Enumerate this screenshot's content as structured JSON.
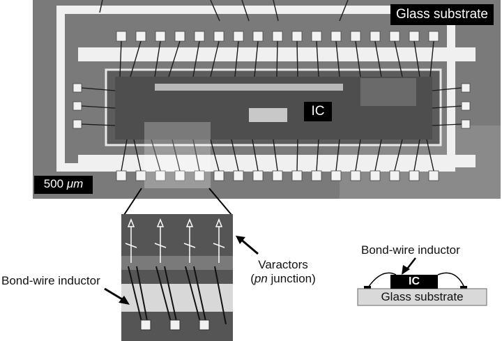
{
  "labels": {
    "glass_substrate": "Glass substrate",
    "ic": "IC",
    "scale_bar_value": "500",
    "scale_bar_unit": "μm",
    "bond_wire_inductor_left": "Bond-wire inductor",
    "varactors_line1": "Varactors",
    "varactors_line2_italic": "pn",
    "varactors_line2_rest": " junction)",
    "varactors_line2_paren": "(",
    "cross_section_bond_wire": "Bond-wire inductor",
    "cross_section_ic": "IC",
    "cross_section_glass": "Glass substrate"
  },
  "colors": {
    "substrate_dark": "#777777",
    "pad_white": "#f2f2f2",
    "ic_body": "#5a5a5a",
    "wire": "#1a1a1a",
    "label_bg": "#000000",
    "label_fg": "#ffffff",
    "cross_glass": "#d9d9d9"
  }
}
